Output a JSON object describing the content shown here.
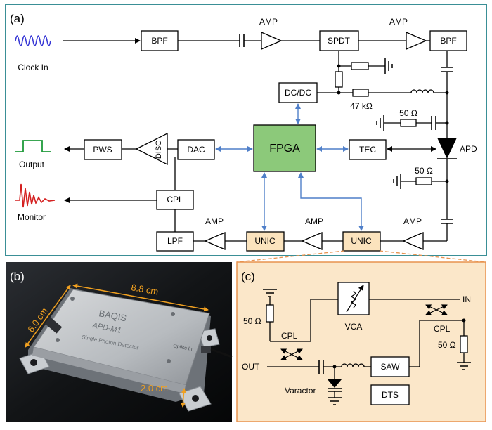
{
  "panel_a": {
    "label": "(a)",
    "clock_in": "Clock In",
    "output": "Output",
    "monitor": "Monitor",
    "bpf1": "BPF",
    "amp1": "AMP",
    "spdt": "SPDT",
    "amp2": "AMP",
    "bpf2": "BPF",
    "dcdc": "DC/DC",
    "r47k": "47 kΩ",
    "r50a": "50 Ω",
    "r50b": "50 Ω",
    "apd": "APD",
    "pws": "PWS",
    "disc": "DISC",
    "dac": "DAC",
    "fpga": "FPGA",
    "tec": "TEC",
    "cpl": "CPL",
    "lpf": "LPF",
    "amp3": "AMP",
    "unic1": "UNIC",
    "amp4": "AMP",
    "unic2": "UNIC",
    "amp5": "AMP"
  },
  "panel_b": {
    "label": "(b)",
    "dim_length": "8.8 cm",
    "dim_width": "6.0 cm",
    "dim_height": "2.0 cm",
    "device_brand": "BAQIS",
    "device_model": "APD-M1",
    "device_desc": "Single Photon Detector",
    "port_label": "Optics In"
  },
  "panel_c": {
    "label": "(c)",
    "r50_left": "50 Ω",
    "cpl_left": "CPL",
    "vca": "VCA",
    "in": "IN",
    "cpl_right": "CPL",
    "r50_right": "50 Ω",
    "out": "OUT",
    "saw": "SAW",
    "varactor": "Varactor",
    "dts": "DTS"
  },
  "colors": {
    "frame_teal": "#3a8f96",
    "panel_c_bg": "#fbe7c9",
    "panel_c_border": "#e8934f",
    "fpga_fill": "#8cc97a",
    "unic_fill": "#fbe3bd",
    "arrow_blue": "#4f7fc9",
    "dim_orange": "#f0a020",
    "clock_wave": "#3a3ad6",
    "output_wave": "#1f9a3a",
    "monitor_wave": "#d42020"
  }
}
